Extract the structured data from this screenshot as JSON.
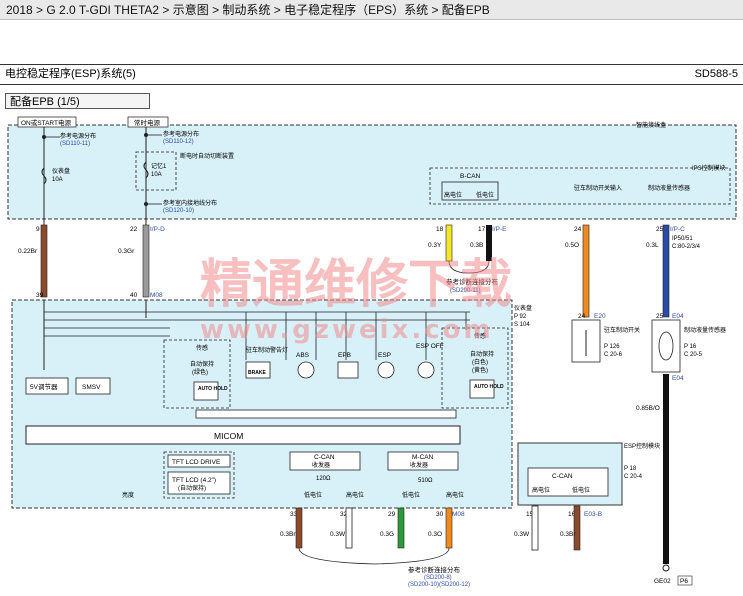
{
  "breadcrumb": "2018 > G 2.0 T-GDI THETA2 > 示意图 > 制动系统 > 电子稳定程序（EPS）系统 > 配备EPB",
  "header": {
    "title": "电控稳定程序(ESP)系统(5)",
    "code": "SD588-5"
  },
  "section_title": "配备EPB (1/5)",
  "top": {
    "power_on_start": "ON或START电源",
    "power_constant": "常时电源",
    "smart_junction": "智能接线盒",
    "ref_power_1": "参考电源分布",
    "ref_power_1_code": "(SD110-11)",
    "ref_power_2": "参考电源分布",
    "ref_power_2_code": "(SD110-12)",
    "fuse1_name": "仪表盘",
    "fuse1_rating": "10A",
    "fuse2_name": "记忆1",
    "fuse2_rating": "10A",
    "auto_cutoff": "断电时自动切断装置",
    "ref_ground": "参考室内接地线分布",
    "ref_ground_code": "(SD120-10)",
    "bcan": "B-CAN",
    "bcan_high": "高电位",
    "bcan_low": "低电位",
    "ips_module": "IPS控制模块",
    "parking_brake_input": "驻车制动开关输入",
    "ebrake_sensor": "制动液量传感器",
    "conn_left": "I/P-D",
    "conn_mid": "I/P-E",
    "conn_right": "I/P-C",
    "ip_code": "IP50/51",
    "ip_ref": "C:80-2/3/4"
  },
  "wires": {
    "pin9": "9",
    "w9": "0.22Br",
    "pin22": "22",
    "w22": "0.3Gr",
    "pin18": "18",
    "w18": "0.3Y",
    "pin17": "17",
    "w17": "0.3B",
    "pin24": "24",
    "w24": "0.5O",
    "pin25": "25",
    "w25": "0.3L",
    "pin39": "39",
    "pin40": "40",
    "conn_m08": "M08",
    "ref_dist": "参考诊断连接分布",
    "ref_dist_code": "(SD200-11)",
    "w_right_lower": "0.85B/O"
  },
  "cluster": {
    "ref_panel": "仪表盘",
    "ref_panel_code1": "P 92",
    "ref_panel_code2": "S 104",
    "auto_hold_1": "传感",
    "auto_hold_1_sub": "自动保持",
    "auto_hold_1_color": "(绿色)",
    "parking_brake_warn": "驻车制动警告灯",
    "brake_label": "BRAKE",
    "abs_label": "ABS",
    "epb_label": "EPB",
    "esp_label": "ESP",
    "esp_off_label": "ESP OFF",
    "auto_hold_2": "传感",
    "auto_hold_2_sub": "自动保持",
    "auto_hold_2_color": "(白色)",
    "auto_hold_2_color2": "(黄色)",
    "auto_hold_text": "AUTO HOLD",
    "regulator": "5V调节器",
    "smsv": "SMSV",
    "micom": "MICOM",
    "tft_drive": "TFT LCD DRIVE",
    "tft_lcd": "TFT LCD (4.2\")",
    "tft_lcd_sub": "(自动保持)",
    "ccan": "C-CAN",
    "ccan_sub": "收发器",
    "mcan": "M-CAN",
    "mcan_sub": "收发器",
    "r120": "120Ω",
    "r510": "510Ω",
    "low_pos": "低电位",
    "high_pos": "高电位",
    "light": "亮度"
  },
  "switches": {
    "e20": "E20",
    "park_switch": "驻车制动开关",
    "park_ref1": "P 126",
    "park_ref2": "C 20-6",
    "e04": "E04",
    "level_sensor": "制动液量传感器",
    "level_ref1": "P 16",
    "level_ref2": "C 20-5",
    "ge02": "GE02",
    "p6": "P6"
  },
  "esp_module": {
    "title": "ESP控制模块",
    "ref1": "P 18",
    "ref2": "C 20-4",
    "ccan": "C-CAN",
    "high": "高电位",
    "low": "低电位",
    "conn": "E03-B"
  },
  "bottom": {
    "pin33": "33",
    "w33": "0.3Br",
    "pin32": "32",
    "w32": "0.3W",
    "pin29": "29",
    "w29": "0.3G",
    "pin30": "30",
    "w30": "0.3O",
    "pin15": "15",
    "w15": "0.3W",
    "pin16": "16",
    "w16": "0.3Br",
    "conn_m08": "M08",
    "ref_dist": "参考诊断连接分布",
    "ref_dist_code": "(SD200-8)",
    "ref_dist_code2": "(SD200-10)(SD200-12)"
  },
  "watermark": {
    "cn": "精通维修下载",
    "url": "www.gzweix.com"
  },
  "colors": {
    "brown": "#8a4b2a",
    "gray": "#9a9a9a",
    "yellow": "#f2e52a",
    "black": "#111111",
    "orange": "#ef8a1c",
    "blue": "#2a4aa8",
    "green": "#2c9a3a",
    "white": "#ffffff",
    "panel": "#d8f0f8"
  }
}
